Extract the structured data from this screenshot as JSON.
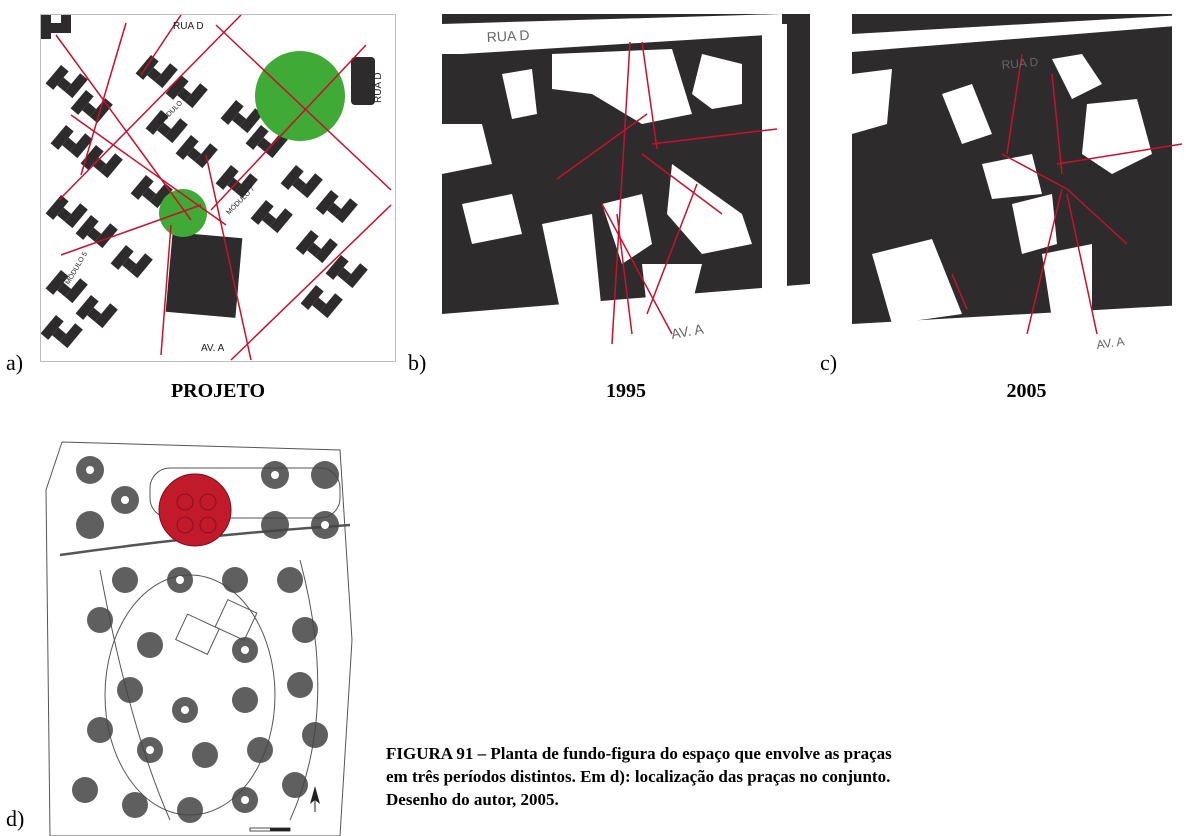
{
  "panels": [
    {
      "letter": "a)",
      "title": "PROJETO",
      "street_top": "RUA D",
      "street_right": "RUA D",
      "street_bottom": "AV. A",
      "modules": [
        "MÓDULO 6",
        "MÓDULO 7",
        "MÓDULO 5"
      ]
    },
    {
      "letter": "b)",
      "title": "1995",
      "street_top": "RUA D",
      "street_bottom": "AV. A"
    },
    {
      "letter": "c)",
      "title": "2005",
      "street_top": "RUA D",
      "street_bottom": "AV. A"
    },
    {
      "letter": "d)"
    }
  ],
  "colors": {
    "plaza_green": "#3faa35",
    "path_red": "#c8102e",
    "building": "#2e2b2c",
    "location_marker": "#c01a2b"
  },
  "caption": {
    "line1": "FIGURA 91 – Planta de fundo-figura do espaço que envolve as praças",
    "line2": "em três períodos distintos. Em d): localização das praças no conjunto.",
    "line3": "Desenho do autor, 2005."
  }
}
